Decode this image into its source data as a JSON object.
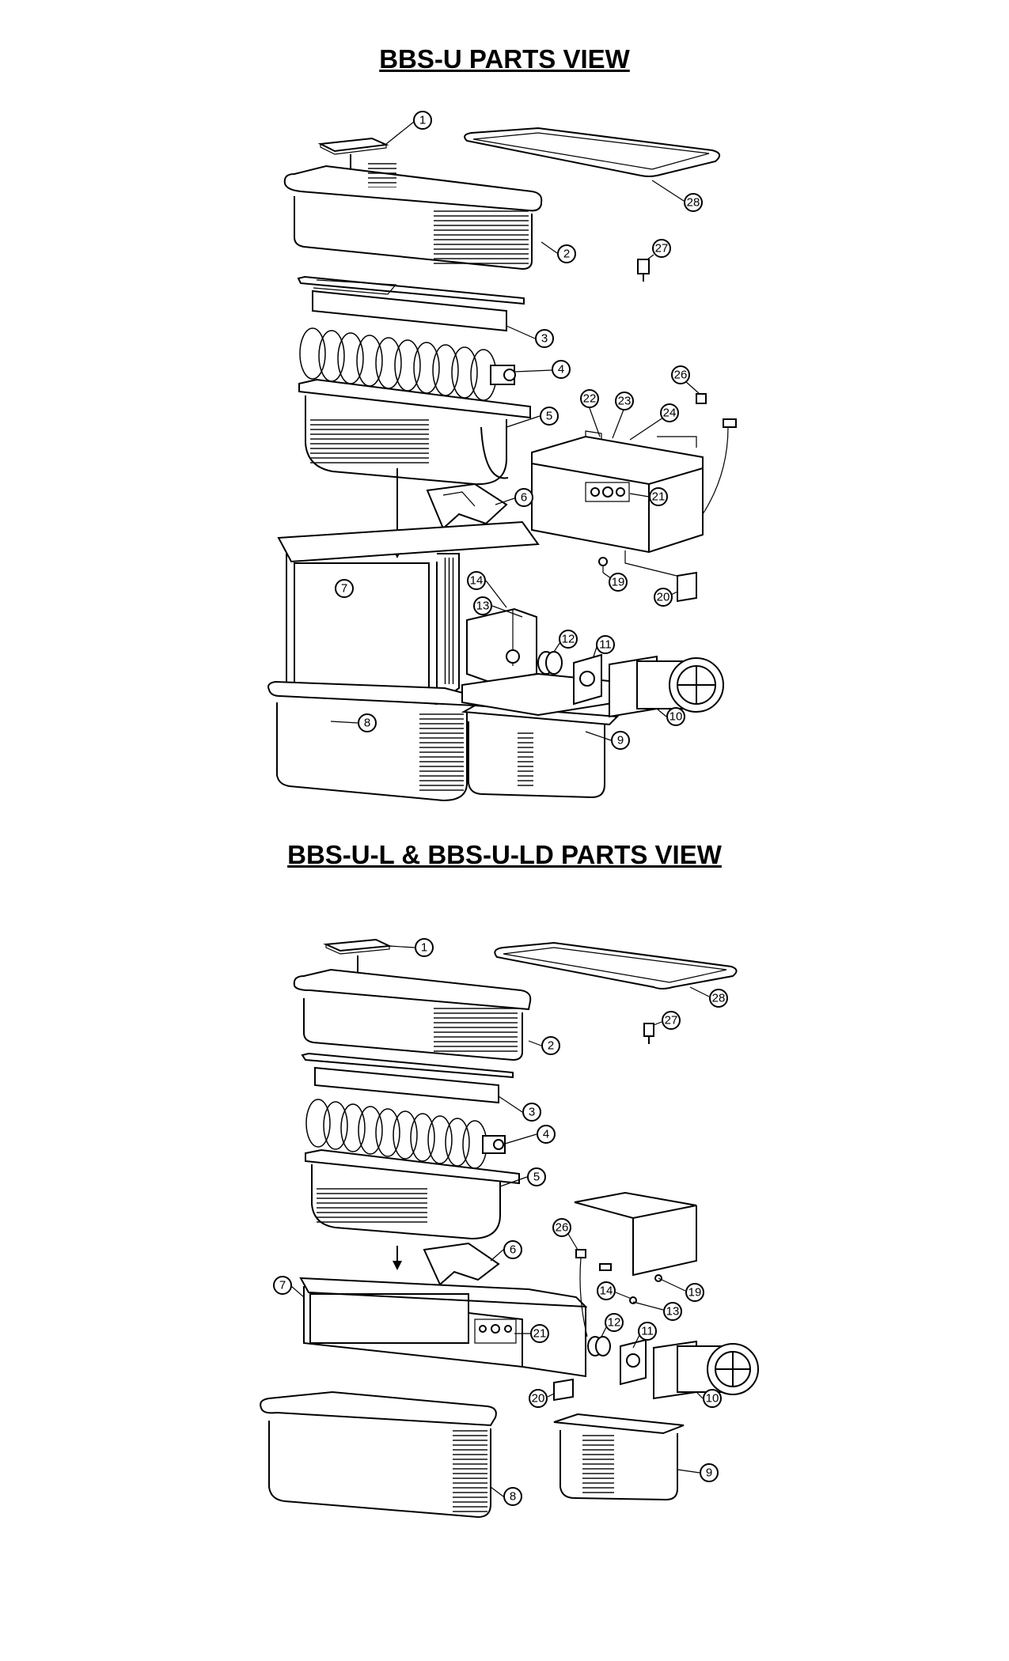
{
  "titles": {
    "top": "BBS-U PARTS VIEW",
    "bottom": "BBS-U-L & BBS-U-LD PARTS VIEW"
  },
  "diagram_top": {
    "callouts": [
      "1",
      "2",
      "3",
      "4",
      "5",
      "6",
      "7",
      "8",
      "9",
      "10",
      "11",
      "12",
      "13",
      "14",
      "19",
      "20",
      "21",
      "22",
      "23",
      "24",
      "26",
      "27",
      "28"
    ]
  },
  "diagram_bottom": {
    "callouts": [
      "1",
      "2",
      "3",
      "4",
      "5",
      "6",
      "7",
      "8",
      "9",
      "10",
      "11",
      "12",
      "13",
      "14",
      "19",
      "20",
      "21",
      "26",
      "27",
      "28"
    ]
  }
}
